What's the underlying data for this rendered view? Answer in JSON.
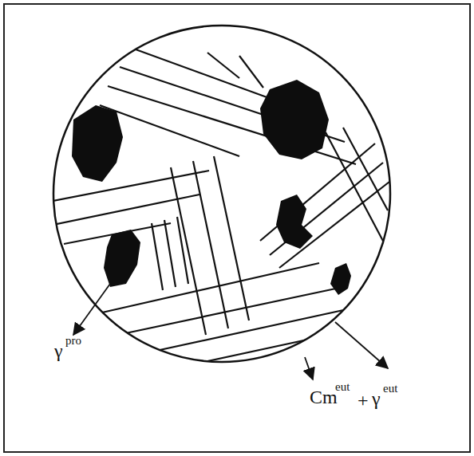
{
  "diagram": {
    "labels": [
      "γ",
      "pro",
      "Cm",
      "eut",
      "+",
      "γ",
      "eut"
    ]
  }
}
